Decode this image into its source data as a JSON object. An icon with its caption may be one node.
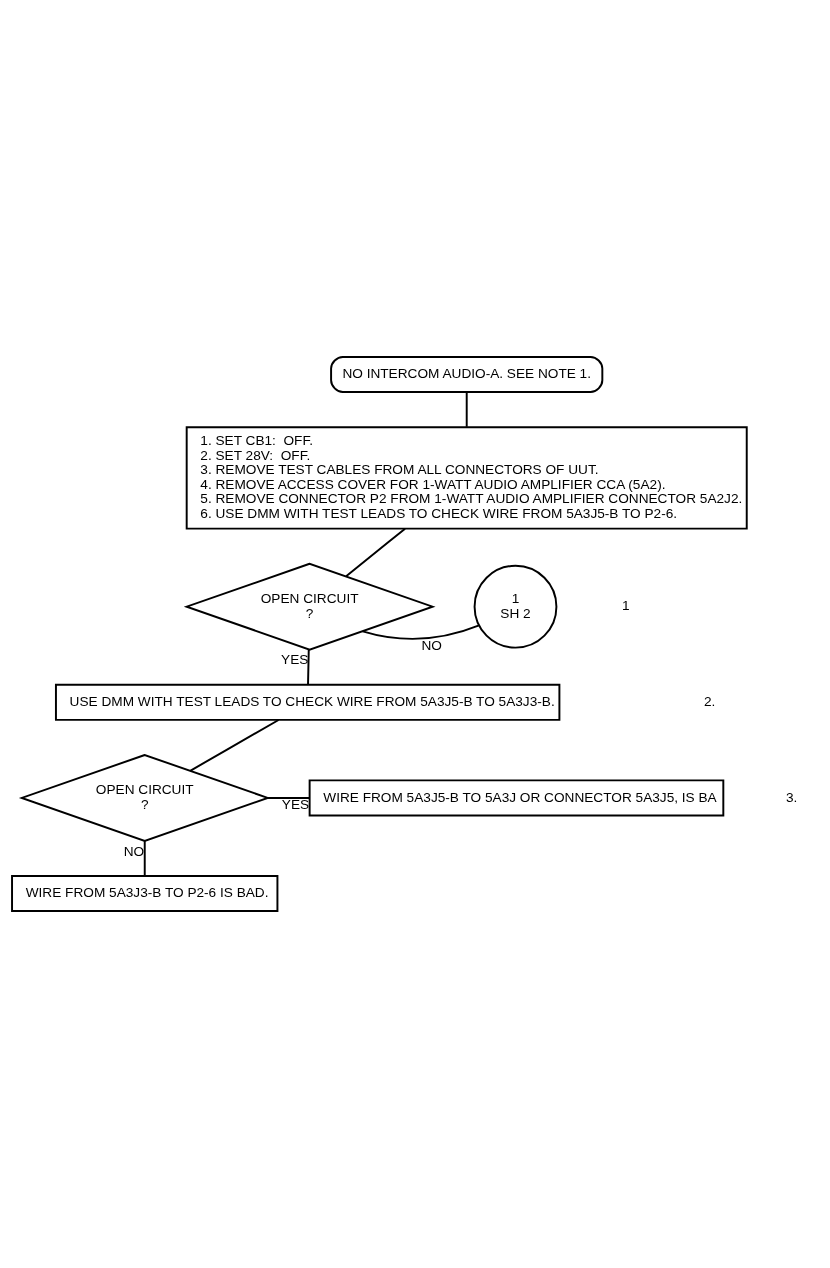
{
  "diagram": {
    "nodes": [
      {
        "text": [
          "NO INTERCOM AUDIO-A. SEE NOTE 1."
        ]
      },
      {
        "text": [
          "1. SET CB1:  OFF.",
          "2. SET 28V:  OFF.",
          "3. REMOVE TEST CABLES FROM ALL CONNECTORS OF UUT.",
          "4. REMOVE ACCESS COVER FOR 1-WATT AUDIO AMPLIFIER CCA (5A2).",
          "5. REMOVE CONNECTOR P2 FROM 1-WATT AUDIO AMPLIFIER CONNECTOR 5A2J2.",
          "6. USE DMM WITH TEST LEADS TO CHECK WIRE FROM 5A3J5-B TO P2-6."
        ]
      },
      {
        "text": [
          "OPEN CIRCUIT",
          "?"
        ]
      },
      {
        "text": [
          "1",
          "SH 2"
        ]
      },
      {
        "text": [
          "USE DMM WITH TEST LEADS TO CHECK WIRE FROM 5A3J5-B TO 5A3J3-B."
        ]
      },
      {
        "text": [
          "OPEN CIRCUIT",
          "?"
        ]
      },
      {
        "text": [
          "WIRE FROM 5A3J5-B TO 5A3J OR CONNECTOR 5A3J5, IS BA"
        ]
      },
      {
        "text": [
          "WIRE FROM 5A3J3-B TO P2-6 IS BAD."
        ]
      }
    ],
    "edges": [
      {
        "from": 0,
        "to": 1,
        "arrow": "none"
      },
      {
        "from": 1,
        "to": 2,
        "arrow": "none"
      },
      {
        "from": 2,
        "to": 3,
        "arrow": "none",
        "label": "NO"
      },
      {
        "from": 2,
        "to": 4,
        "arrow": "none",
        "label": "YES"
      },
      {
        "from": 4,
        "to": 5,
        "arrow": "none"
      },
      {
        "from": 5,
        "to": 6,
        "arrow": "none",
        "label": "YES"
      },
      {
        "from": 5,
        "to": 7,
        "arrow": "none",
        "label": "NO"
      }
    ],
    "labels": [
      "1",
      "2.",
      "3."
    ]
  }
}
